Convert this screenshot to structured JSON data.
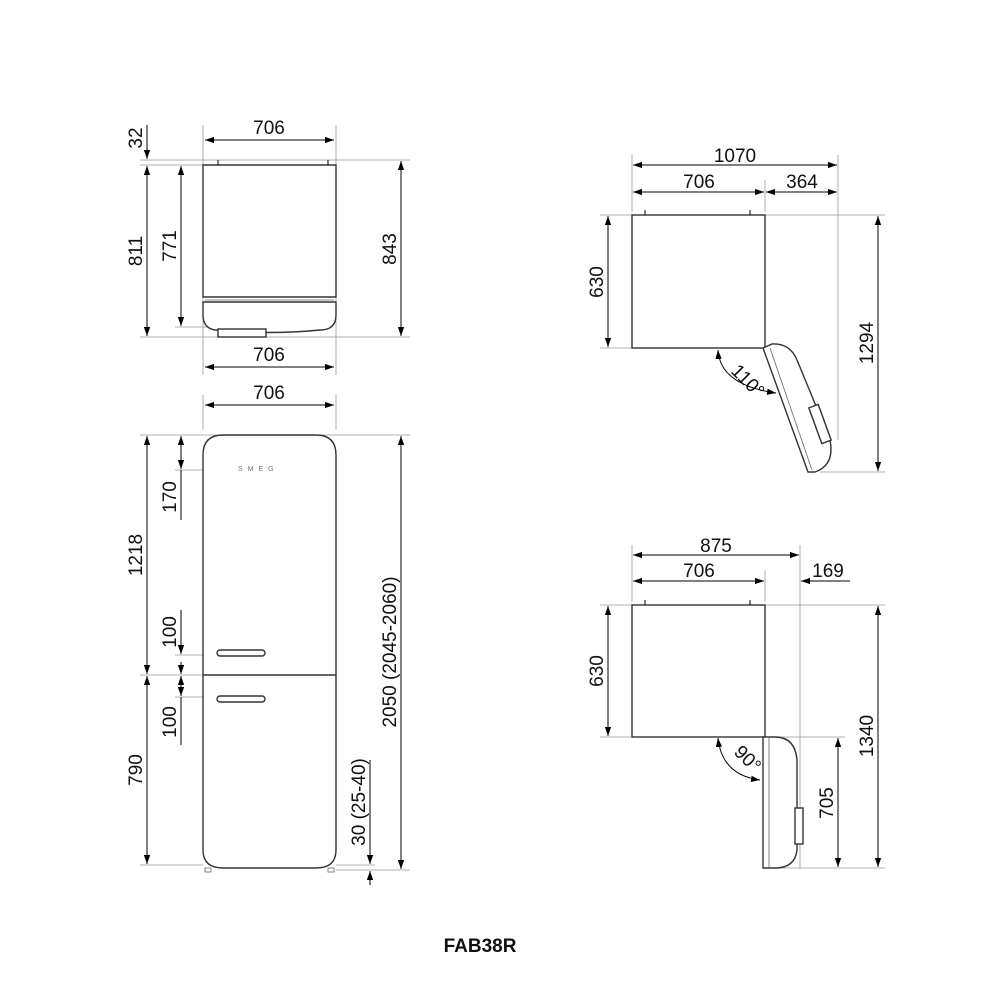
{
  "model": "FAB38R",
  "top_view_closed": {
    "width_top": "706",
    "width_bottom": "706",
    "hinge_offset": "32",
    "depth_811": "811",
    "depth_771": "771",
    "depth_843": "843"
  },
  "front_view": {
    "width": "706",
    "logo": "SMEG",
    "upper_height": "1218",
    "logo_offset": "170",
    "handle_upper_offset": "100",
    "handle_lower_offset": "100",
    "lower_height": "790",
    "total_height": "2050 (2045-2060)",
    "feet": "30 (25-40)"
  },
  "top_view_110": {
    "total_width": "1070",
    "body_width": "706",
    "door_extra": "364",
    "depth": "630",
    "total_depth": "1294",
    "angle": "110°"
  },
  "top_view_90": {
    "total_width": "875",
    "body_width": "706",
    "door_extra": "169",
    "depth": "630",
    "total_depth": "1340",
    "door_depth": "705",
    "angle": "90°"
  }
}
